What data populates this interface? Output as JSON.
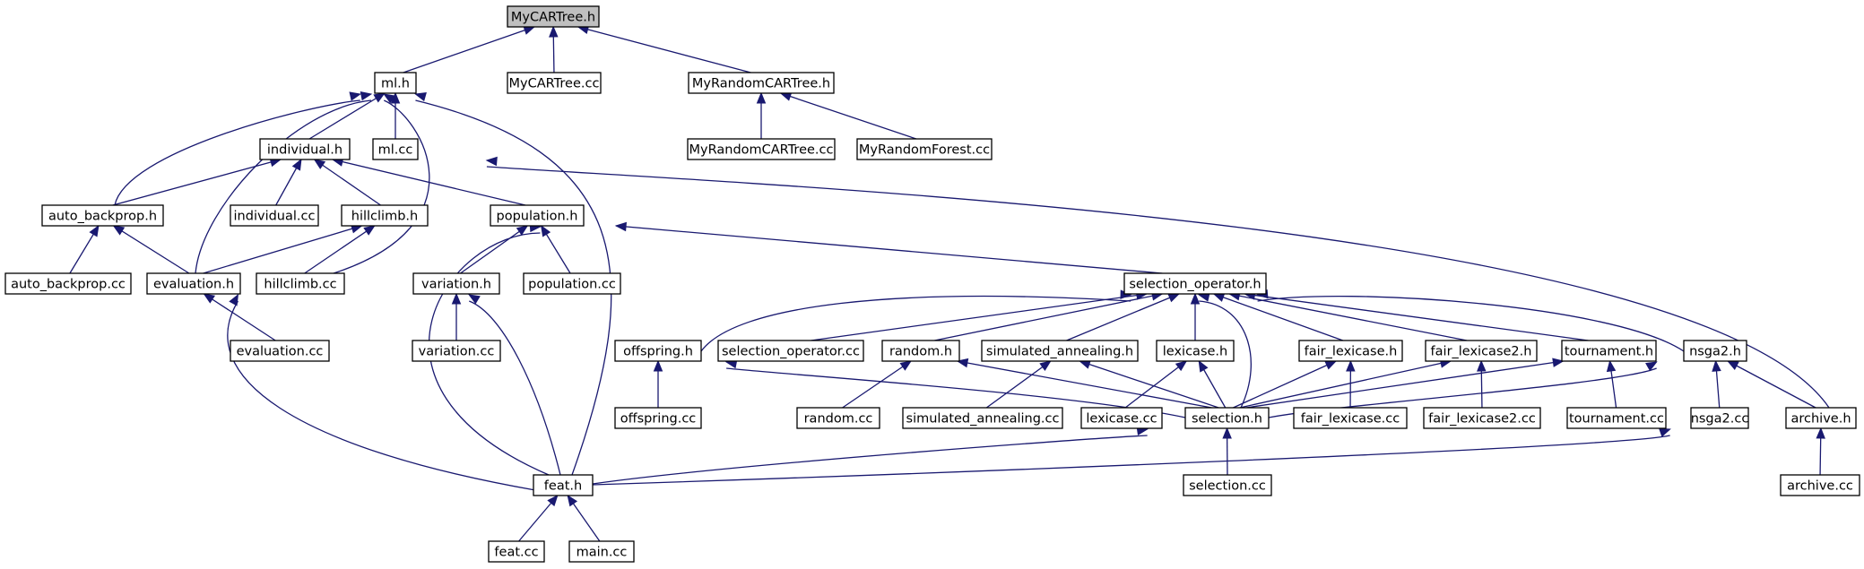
{
  "graph": {
    "colors": {
      "edge": "#191970",
      "node_fill": "#ffffff",
      "root_fill": "#bfbfbf",
      "node_stroke": "#000000"
    },
    "nodes": [
      {
        "id": "mycartree_h",
        "label": "MyCARTree.h",
        "root": true
      },
      {
        "id": "ml_h",
        "label": "ml.h"
      },
      {
        "id": "mycartree_cc",
        "label": "MyCARTree.cc"
      },
      {
        "id": "myrandomcartree_h",
        "label": "MyRandomCARTree.h"
      },
      {
        "id": "individual_h",
        "label": "individual.h"
      },
      {
        "id": "ml_cc",
        "label": "ml.cc"
      },
      {
        "id": "myrandomcartree_cc",
        "label": "MyRandomCARTree.cc"
      },
      {
        "id": "myrandomforest_cc",
        "label": "MyRandomForest.cc"
      },
      {
        "id": "auto_backprop_h",
        "label": "auto_backprop.h"
      },
      {
        "id": "individual_cc",
        "label": "individual.cc"
      },
      {
        "id": "hillclimb_h",
        "label": "hillclimb.h"
      },
      {
        "id": "population_h",
        "label": "population.h"
      },
      {
        "id": "auto_backprop_cc",
        "label": "auto_backprop.cc"
      },
      {
        "id": "evaluation_h",
        "label": "evaluation.h"
      },
      {
        "id": "hillclimb_cc",
        "label": "hillclimb.cc"
      },
      {
        "id": "variation_h",
        "label": "variation.h"
      },
      {
        "id": "population_cc",
        "label": "population.cc"
      },
      {
        "id": "selection_operator_h",
        "label": "selection_operator.h"
      },
      {
        "id": "evaluation_cc",
        "label": "evaluation.cc"
      },
      {
        "id": "variation_cc",
        "label": "variation.cc"
      },
      {
        "id": "offspring_h",
        "label": "offspring.h"
      },
      {
        "id": "selection_operator_cc",
        "label": "selection_operator.cc"
      },
      {
        "id": "random_h",
        "label": "random.h"
      },
      {
        "id": "simulated_annealing_h",
        "label": "simulated_annealing.h"
      },
      {
        "id": "lexicase_h",
        "label": "lexicase.h"
      },
      {
        "id": "fair_lexicase_h",
        "label": "fair_lexicase.h"
      },
      {
        "id": "fair_lexicase2_h",
        "label": "fair_lexicase2.h"
      },
      {
        "id": "tournament_h",
        "label": "tournament.h"
      },
      {
        "id": "nsga2_h",
        "label": "nsga2.h"
      },
      {
        "id": "offspring_cc",
        "label": "offspring.cc"
      },
      {
        "id": "random_cc",
        "label": "random.cc"
      },
      {
        "id": "simulated_annealing_cc",
        "label": "simulated_annealing.cc"
      },
      {
        "id": "lexicase_cc",
        "label": "lexicase.cc"
      },
      {
        "id": "selection_h",
        "label": "selection.h"
      },
      {
        "id": "fair_lexicase_cc",
        "label": "fair_lexicase.cc"
      },
      {
        "id": "fair_lexicase2_cc",
        "label": "fair_lexicase2.cc"
      },
      {
        "id": "tournament_cc",
        "label": "tournament.cc"
      },
      {
        "id": "nsga2_cc",
        "label": "nsga2.cc"
      },
      {
        "id": "archive_h",
        "label": "archive.h"
      },
      {
        "id": "feat_h",
        "label": "feat.h"
      },
      {
        "id": "selection_cc",
        "label": "selection.cc"
      },
      {
        "id": "archive_cc",
        "label": "archive.cc"
      },
      {
        "id": "feat_cc",
        "label": "feat.cc"
      },
      {
        "id": "main_cc",
        "label": "main.cc"
      }
    ],
    "edges": [
      [
        "mycartree_h",
        "ml_h"
      ],
      [
        "mycartree_h",
        "mycartree_cc"
      ],
      [
        "mycartree_h",
        "myrandomcartree_h"
      ],
      [
        "myrandomcartree_h",
        "myrandomcartree_cc"
      ],
      [
        "myrandomcartree_h",
        "myrandomforest_cc"
      ],
      [
        "ml_h",
        "individual_h"
      ],
      [
        "ml_h",
        "ml_cc"
      ],
      [
        "ml_h",
        "auto_backprop_h"
      ],
      [
        "ml_h",
        "evaluation_h"
      ],
      [
        "ml_h",
        "hillclimb_cc"
      ],
      [
        "ml_h",
        "feat_h"
      ],
      [
        "individual_h",
        "individual_cc"
      ],
      [
        "individual_h",
        "hillclimb_h"
      ],
      [
        "individual_h",
        "population_h"
      ],
      [
        "individual_h",
        "auto_backprop_h"
      ],
      [
        "individual_h",
        "archive_h"
      ],
      [
        "auto_backprop_h",
        "auto_backprop_cc"
      ],
      [
        "auto_backprop_h",
        "evaluation_h"
      ],
      [
        "hillclimb_h",
        "evaluation_h"
      ],
      [
        "hillclimb_h",
        "hillclimb_cc"
      ],
      [
        "evaluation_h",
        "evaluation_cc"
      ],
      [
        "evaluation_h",
        "feat_h"
      ],
      [
        "population_h",
        "variation_h"
      ],
      [
        "population_h",
        "population_cc"
      ],
      [
        "population_h",
        "selection_operator_h"
      ],
      [
        "population_h",
        "feat_h"
      ],
      [
        "variation_h",
        "variation_cc"
      ],
      [
        "variation_h",
        "feat_h"
      ],
      [
        "selection_operator_h",
        "offspring_h"
      ],
      [
        "selection_operator_h",
        "selection_operator_cc"
      ],
      [
        "selection_operator_h",
        "random_h"
      ],
      [
        "selection_operator_h",
        "simulated_annealing_h"
      ],
      [
        "selection_operator_h",
        "lexicase_h"
      ],
      [
        "selection_operator_h",
        "fair_lexicase_h"
      ],
      [
        "selection_operator_h",
        "fair_lexicase2_h"
      ],
      [
        "selection_operator_h",
        "tournament_h"
      ],
      [
        "selection_operator_h",
        "nsga2_h"
      ],
      [
        "selection_operator_h",
        "selection_h"
      ],
      [
        "offspring_h",
        "offspring_cc"
      ],
      [
        "offspring_h",
        "selection_h"
      ],
      [
        "random_h",
        "random_cc"
      ],
      [
        "random_h",
        "selection_h"
      ],
      [
        "simulated_annealing_h",
        "simulated_annealing_cc"
      ],
      [
        "simulated_annealing_h",
        "selection_h"
      ],
      [
        "lexicase_h",
        "lexicase_cc"
      ],
      [
        "lexicase_h",
        "selection_h"
      ],
      [
        "fair_lexicase_h",
        "fair_lexicase_cc"
      ],
      [
        "fair_lexicase_h",
        "selection_h"
      ],
      [
        "fair_lexicase2_h",
        "fair_lexicase2_cc"
      ],
      [
        "fair_lexicase2_h",
        "selection_h"
      ],
      [
        "tournament_h",
        "tournament_cc"
      ],
      [
        "tournament_h",
        "selection_h"
      ],
      [
        "nsga2_h",
        "nsga2_cc"
      ],
      [
        "nsga2_h",
        "archive_h"
      ],
      [
        "nsga2_h",
        "selection_h"
      ],
      [
        "selection_h",
        "selection_cc"
      ],
      [
        "selection_h",
        "feat_h"
      ],
      [
        "archive_h",
        "archive_cc"
      ],
      [
        "archive_h",
        "feat_h"
      ],
      [
        "feat_h",
        "feat_cc"
      ],
      [
        "feat_h",
        "main_cc"
      ]
    ]
  }
}
